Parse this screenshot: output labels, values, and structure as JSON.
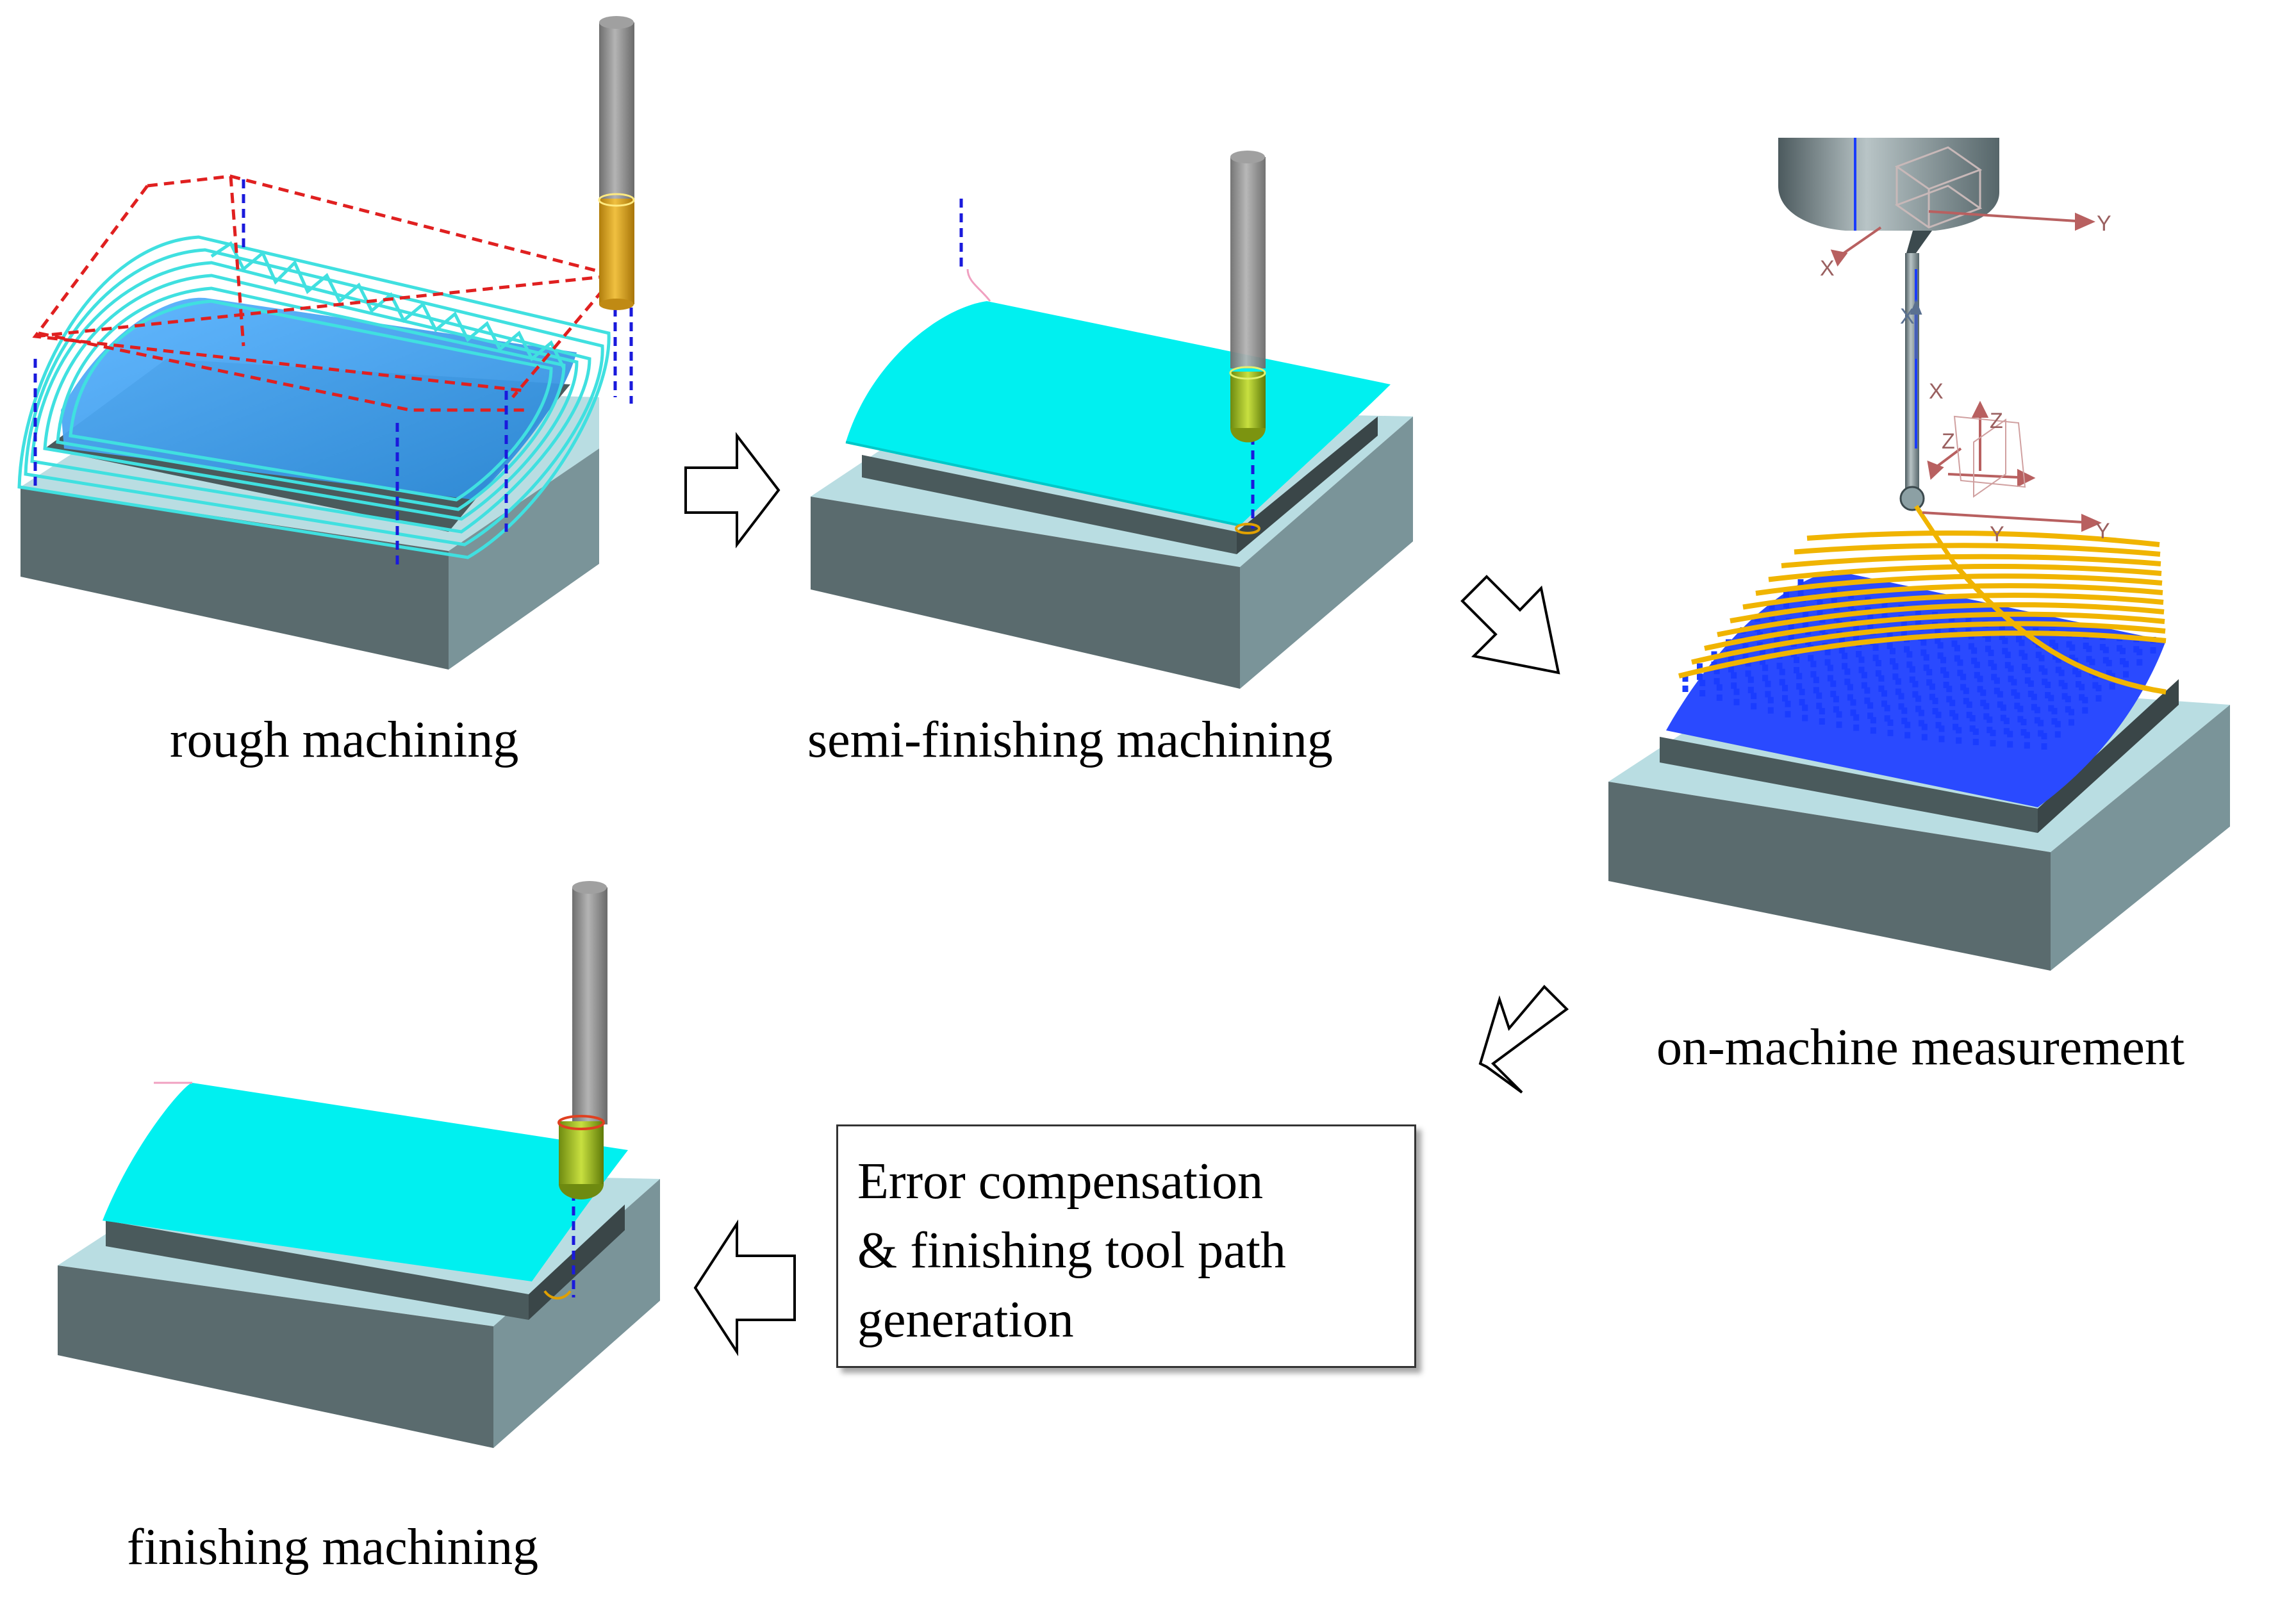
{
  "steps": {
    "rough": "rough machining",
    "semi": "semi-finishing machining",
    "measurement": "on-machine measurement",
    "finishing": "finishing machining"
  },
  "compensation_box": {
    "line1": "Error compensation",
    "line2": "& finishing tool path",
    "line3": "generation"
  },
  "axis_labels": {
    "x": "X",
    "y": "Y",
    "z": "Z"
  },
  "colors": {
    "block_top": "#b9dde2",
    "block_front": "#5a6b6e",
    "block_side": "#7a9499",
    "surface": "#00f0f0",
    "tool": "#8c8c8c",
    "tool_holder": "#d9a31a",
    "rough_path": "#40e0e0",
    "rapid_move": "#e02020",
    "plunge": "#1a1adc",
    "probe_path": "#f0b400",
    "probe_points": "#1a3cff"
  }
}
